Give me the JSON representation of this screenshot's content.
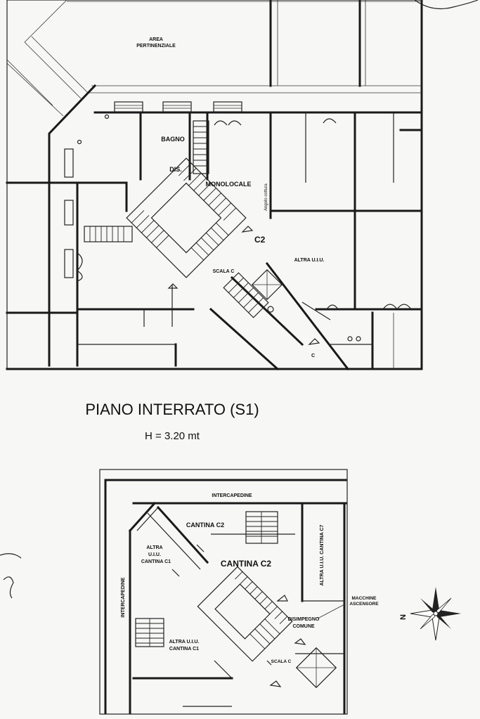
{
  "upper_plan": {
    "area_label_line1": "AREA",
    "area_label_line2": "PERTINENZIALE",
    "bagno": "BAGNO",
    "dis": "DIS.",
    "monolocale": "MONOLOCALE",
    "angolo_cottura": "Angolo cottura",
    "c2": "C2",
    "altra_uiu": "ALTRA U.I.U.",
    "scala_c": "SCALA C",
    "c_mark": "C"
  },
  "title": "PIANO INTERRATO (S1)",
  "height_note": "H = 3.20 mt",
  "lower_plan": {
    "intercapedine_top": "INTERCAPEDINE",
    "intercapedine_left": "INTERCAPEDINE",
    "cantina_c2_small": "CANTINA C2",
    "cantina_c2_large": "CANTINA C2",
    "altra_uiu_c1_line1": "ALTRA",
    "altra_uiu_c1_line2": "U.I.U.",
    "altra_uiu_c1_line3": "CANTINA C1",
    "altra_uiu_c7": "ALTRA U.I.U. CANTINA C7",
    "altra_uiu_c1b_line1": "ALTRA U.I.U.",
    "altra_uiu_c1b_line2": "CANTINA C1",
    "disimpegno_line1": "DISIMPEGNO",
    "disimpegno_line2": "COMUNE",
    "macchine_line1": "MACCHINE",
    "macchine_line2": "ASCENSORE",
    "scala_c": "SCALA C"
  },
  "compass": {
    "north": "N"
  }
}
